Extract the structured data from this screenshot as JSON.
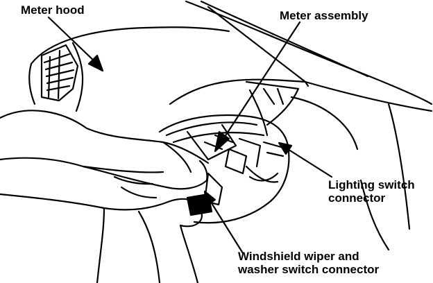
{
  "labels": {
    "meter_hood": "Meter hood",
    "meter_assembly": "Meter assembly",
    "lighting_switch_line1": "Lighting switch",
    "lighting_switch_line2": "connector",
    "wiper_line1": "Windshield wiper and",
    "wiper_line2": "washer switch connector"
  },
  "colors": {
    "ink": "#000000",
    "paper": "#ffffff"
  }
}
